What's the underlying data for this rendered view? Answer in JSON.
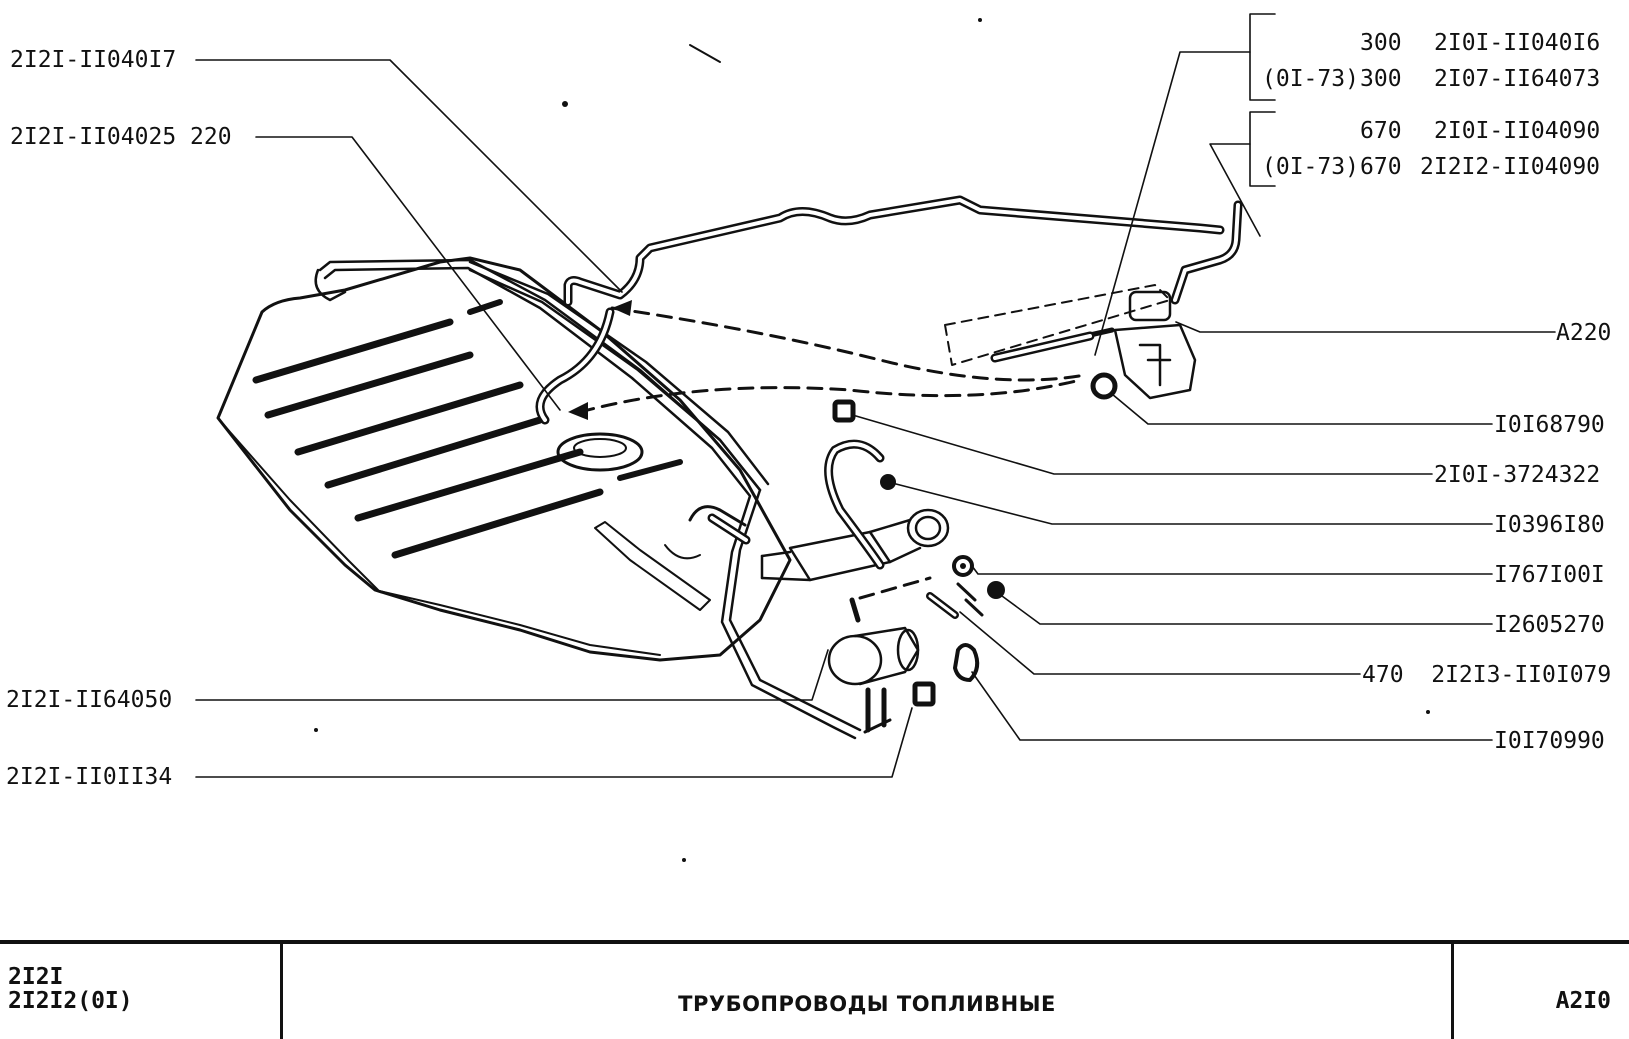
{
  "callouts_left": [
    {
      "id": "l1",
      "text": "2I2I-II040I7"
    },
    {
      "id": "l2",
      "text": "2I2I-II04025 220"
    },
    {
      "id": "l3",
      "text": "2I2I-II64050"
    },
    {
      "id": "l4",
      "text": "2I2I-II0II34"
    }
  ],
  "callouts_top_right": [
    {
      "qty": "300",
      "variant": "",
      "part": "2I0I-II040I6"
    },
    {
      "qty": "300",
      "variant": "(0I-73)",
      "part": "2I07-II64073"
    },
    {
      "qty": "670",
      "variant": "",
      "part": "2I0I-II04090"
    },
    {
      "qty": "670",
      "variant": "(0I-73)",
      "part": "2I2I2-II04090"
    }
  ],
  "callouts_right": [
    {
      "id": "r1",
      "text": "A220"
    },
    {
      "id": "r2",
      "text": "I0I68790"
    },
    {
      "id": "r3",
      "text": "2I0I-3724322"
    },
    {
      "id": "r4",
      "text": "I0396I80"
    },
    {
      "id": "r5",
      "text": "I767I00I"
    },
    {
      "id": "r6",
      "text": "I2605270"
    },
    {
      "id": "r7",
      "text": "470  2I2I3-II0I079"
    },
    {
      "id": "r8",
      "text": "I0I70990"
    }
  ],
  "title_block": {
    "models": [
      "2I2I",
      "2I2I2(0I)"
    ],
    "title": "ТРУБОПРОВОДЫ ТОПЛИВНЫЕ",
    "code": "A2I0"
  },
  "colors": {
    "ink": "#111111",
    "paper": "#ffffff"
  }
}
